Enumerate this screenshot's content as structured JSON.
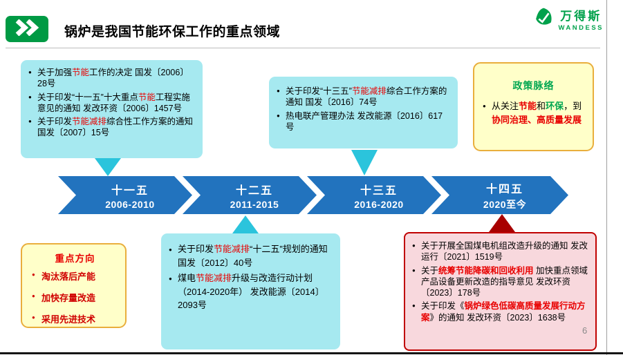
{
  "slide": {
    "title": "锅炉是我国节能环保工作的重点领域",
    "page_number": "6"
  },
  "logo": {
    "brand": "万得斯",
    "brand_en": "WANDESS"
  },
  "glyphs": {
    "bullet": "●"
  },
  "colors": {
    "timeline_blue": "#2273be",
    "callout_cyan": "#a6e9f0",
    "triangle_cyan": "#2bc4dc",
    "triangle_dark_red": "#a80000",
    "note_yellow": "#ffffc9",
    "note_yellow_border": "#e9ae3c",
    "note_pink": "#f8d8dd",
    "note_pink_border": "#c00000",
    "accent_red": "#e80000",
    "accent_green": "#00a650",
    "brand_green": "#00a14b"
  },
  "timeline": {
    "periods": [
      {
        "label": "十一五",
        "years": "2006-2010"
      },
      {
        "label": "十二五",
        "years": "2011-2015"
      },
      {
        "label": "十三五",
        "years": "2016-2020"
      },
      {
        "label": "十四五",
        "years": "2020至今"
      }
    ]
  },
  "callouts": {
    "c2006": {
      "items": [
        {
          "seg": [
            "关于加强",
            "节能",
            "工作的决定  国发〔2006〕28号"
          ]
        },
        {
          "seg": [
            "关于印发“十一五”十大重点",
            "节能",
            "工程实施意见的通知  发改环资〔2006〕1457号"
          ]
        },
        {
          "seg": [
            "关于印发",
            "节能减排",
            "综合性工作方案的通知  国发〔2007〕15号"
          ]
        }
      ]
    },
    "c2016": {
      "items": [
        {
          "seg": [
            "关于印发“十三五”",
            "节能减排",
            "综合工作方案的通知  国发〔2016〕74号"
          ]
        },
        {
          "seg": [
            "热电联产管理办法  发改能源〔2016〕617号"
          ]
        }
      ]
    },
    "c2012": {
      "items": [
        {
          "seg": [
            "关于印发",
            "节能减排",
            "“十二五”规划的通知  国发〔2012〕40号"
          ]
        },
        {
          "seg": [
            "煤电",
            "节能减排",
            "升级与改造行动计划（2014-2020年）  发改能源〔2014〕2093号"
          ]
        }
      ]
    },
    "c2021": {
      "items": [
        {
          "seg": [
            "关于开展全国煤电机组改造升级的通知 发改运行〔2021〕1519号"
          ]
        },
        {
          "seg": [
            "关于",
            "统筹节能降碳和回收利用",
            " 加快重点领域产品设备更新改造的指导意见 发改环资〔2023〕178号"
          ]
        },
        {
          "seg": [
            "关于印发《",
            "锅炉绿色低碳高质量发展行动方案",
            "》的通知  发改环资〔2023〕1638号"
          ]
        }
      ]
    }
  },
  "policy_note": {
    "title": "政策脉络",
    "seg": [
      "从关注",
      "节能",
      "和",
      "环保",
      "，到",
      "协同治理、高质量发展"
    ]
  },
  "focus_note": {
    "title": "重点方向",
    "items": [
      "淘汰落后产能",
      "加快存量改造",
      "采用先进技术"
    ]
  }
}
